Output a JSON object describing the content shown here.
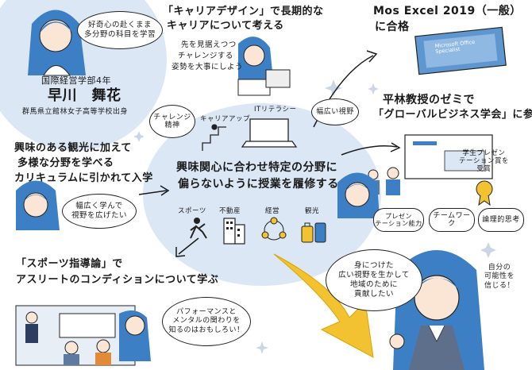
{
  "colors": {
    "accent": "#2f6db3",
    "light_blue": "#dbe7f5",
    "yellow": "#f2c230",
    "hair": "#3d7fc4"
  },
  "profile": {
    "thought": "好奇心の赴くまま\n多分野の科目を学習",
    "department": "国際経営学部4年",
    "name": "早川　舞花",
    "school": "群馬県立館林女子高等学校出身"
  },
  "career": {
    "heading_line1": "「キャリアデザイン」で長期的な",
    "heading_line2": "キャリアについて考える",
    "note_line1": "先を見据えつつ",
    "note_line2": "チャレンジする",
    "note_line3": "姿勢を大事にしよう"
  },
  "mos": {
    "line1": "Mos Excel 2019（一般）",
    "line2": "に合格",
    "card_label": "Microsoft Office Specialist"
  },
  "seminar": {
    "line1": "平林教授のゼミで",
    "line2": "「グローバルビジネス学会」に参加"
  },
  "skills": {
    "challenge": "チャレンジ\n精神",
    "career_up": "キャリアアップ",
    "it_literacy": "ITリテラシー",
    "wide_view": "幅広い視野",
    "presentation": "プレゼン\nテーション能力",
    "teamwork": "チームワーク",
    "logic": "論理的思考"
  },
  "award": "学生プレゼン\nテーション賞を\n受賞",
  "center": {
    "line1": "興味関心に合わせ特定の分野に",
    "line2": "偏らないように授業を履修する",
    "fields": [
      "スポーツ",
      "不動産",
      "経営",
      "観光"
    ]
  },
  "interest": {
    "line1": "興味のある観光に加えて",
    "line2": "多様な分野を学べる",
    "line3": "カリキュラムに引かれて入学",
    "thought": "幅広く学んで\n視野を広げたい"
  },
  "sports": {
    "line1": "「スポーツ指導論」で",
    "line2": "アスリートのコンディションについて学ぶ",
    "thought": "パフォーマンスと\nメンタルの関わりを\n知るのはおもしろい！"
  },
  "future": {
    "thought": "身につけた\n広い視野を生かして\n地域のために\n貢献したい",
    "side": "自分の\n可能性を\n信じる！"
  }
}
